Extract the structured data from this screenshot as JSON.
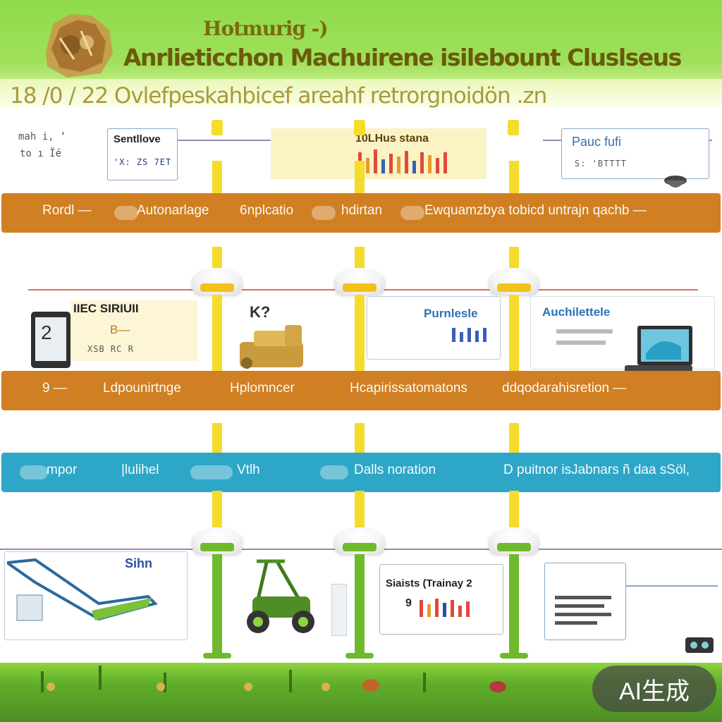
{
  "header": {
    "kicker": "Hotmurig -)",
    "title": "Anrlieticchon Machuirene isilebount Cluslseus",
    "subtitle": "18 /0 / 22 Ovlefpeskahbicef areahf retrorgnoidön .zn"
  },
  "row1_cards": {
    "left_title": "Sentllove",
    "left_side_a": "mah i, ‘",
    "left_side_b": "to ı Ḯe",
    "left_text": "'X: ZS 7ET",
    "center_title": "10LHus stana",
    "right_title": "Pauc fufi",
    "right_text": "S: 'BTTTT"
  },
  "band1": {
    "labels": [
      "Rordl —",
      "Autonarlage",
      "6nplcatio",
      "hdirtan",
      "Ewquamzbya tobicd untrajn qachb —"
    ]
  },
  "row2_cards": {
    "left_title": "IIEC SIRIUII",
    "left_sub": "B—",
    "left_text": "XSB RC R",
    "left_mark": "2",
    "center_mark": "K?",
    "center_title": "Purnlesle",
    "right_title": "Auchilettele"
  },
  "band2": {
    "labels": [
      "9 —",
      "Ldpounirtnge",
      "Hplomncer",
      "Hcapirissatomatons",
      "ddqodarahisretion —"
    ]
  },
  "band3": {
    "labels": [
      "mpor",
      "|lulihel",
      "Vtlh",
      "Dalls noration",
      "D puitnor isJabnars ñ daa sSöl,"
    ]
  },
  "row3_cards": {
    "left_title": "Sihn",
    "center_title": "Siaists (Trainay 2",
    "center_mark": "9"
  },
  "badge": "AI生成",
  "colors": {
    "header_green": "#8fdb4a",
    "band_orange": "#d07f22",
    "band_blue": "#2ea6c7",
    "pillar_yellow": "#f5dc2a",
    "pillar_green": "#6fba2c",
    "title_olive": "#6b5a0c"
  },
  "icons": [
    "tablet-icon",
    "toaster-machine-icon",
    "laptop-icon",
    "crane-arm-icon",
    "tractor-icon",
    "drone-icon"
  ]
}
